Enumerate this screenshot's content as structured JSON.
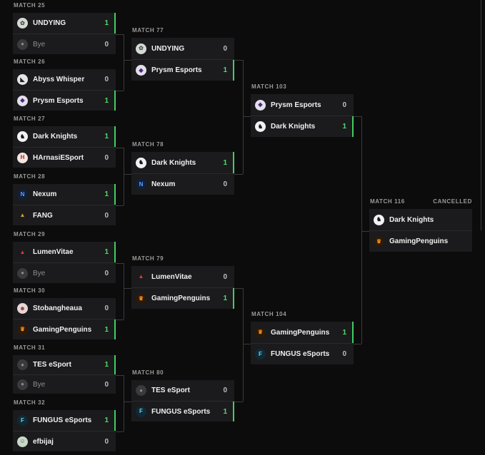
{
  "round1": [
    {
      "label": "MATCH 25",
      "teams": [
        {
          "name": "UNDYING",
          "score": "1",
          "logo": "undying-logo",
          "winner": true
        },
        {
          "name": "Bye",
          "score": "0",
          "logo": "bye-avatar",
          "winner": false,
          "bye": true
        }
      ]
    },
    {
      "label": "MATCH 26",
      "teams": [
        {
          "name": "Abyss Whisper",
          "score": "0",
          "logo": "abyss-whisper-logo",
          "winner": false
        },
        {
          "name": "Prysm Esports",
          "score": "1",
          "logo": "prysm-logo",
          "winner": true
        }
      ]
    },
    {
      "label": "MATCH 27",
      "teams": [
        {
          "name": "Dark Knights",
          "score": "1",
          "logo": "dark-knights-logo",
          "winner": true
        },
        {
          "name": "HArnasiESport",
          "score": "0",
          "logo": "harnasi-logo",
          "winner": false
        }
      ]
    },
    {
      "label": "MATCH 28",
      "teams": [
        {
          "name": "Nexum",
          "score": "1",
          "logo": "nexum-logo",
          "winner": true
        },
        {
          "name": "FANG",
          "score": "0",
          "logo": "fang-logo",
          "winner": false
        }
      ]
    },
    {
      "label": "MATCH 29",
      "teams": [
        {
          "name": "LumenVitae",
          "score": "1",
          "logo": "lumenvitae-logo",
          "winner": true
        },
        {
          "name": "Bye",
          "score": "0",
          "logo": "bye-avatar",
          "winner": false,
          "bye": true
        }
      ]
    },
    {
      "label": "MATCH 30",
      "teams": [
        {
          "name": "Stobangheaua",
          "score": "0",
          "logo": "stobangheaua-logo",
          "winner": false
        },
        {
          "name": "GamingPenguins",
          "score": "1",
          "logo": "gamingpenguins-logo",
          "winner": true
        }
      ]
    },
    {
      "label": "MATCH 31",
      "teams": [
        {
          "name": "TES eSport",
          "score": "1",
          "logo": "tes-avatar",
          "winner": true
        },
        {
          "name": "Bye",
          "score": "0",
          "logo": "bye-avatar",
          "winner": false,
          "bye": true
        }
      ]
    },
    {
      "label": "MATCH 32",
      "teams": [
        {
          "name": "FUNGUS eSports",
          "score": "1",
          "logo": "fungus-logo",
          "winner": true
        },
        {
          "name": "efbijaj",
          "score": "0",
          "logo": "efbijaj-logo",
          "winner": false
        }
      ]
    }
  ],
  "round2": [
    {
      "label": "MATCH 77",
      "teams": [
        {
          "name": "UNDYING",
          "score": "0",
          "logo": "undying-logo",
          "winner": false
        },
        {
          "name": "Prysm Esports",
          "score": "1",
          "logo": "prysm-logo",
          "winner": true
        }
      ]
    },
    {
      "label": "MATCH 78",
      "teams": [
        {
          "name": "Dark Knights",
          "score": "1",
          "logo": "dark-knights-logo",
          "winner": true
        },
        {
          "name": "Nexum",
          "score": "0",
          "logo": "nexum-logo",
          "winner": false
        }
      ]
    },
    {
      "label": "MATCH 79",
      "teams": [
        {
          "name": "LumenVitae",
          "score": "0",
          "logo": "lumenvitae-logo",
          "winner": false
        },
        {
          "name": "GamingPenguins",
          "score": "1",
          "logo": "gamingpenguins-logo",
          "winner": true
        }
      ]
    },
    {
      "label": "MATCH 80",
      "teams": [
        {
          "name": "TES eSport",
          "score": "0",
          "logo": "tes-avatar",
          "winner": false
        },
        {
          "name": "FUNGUS eSports",
          "score": "1",
          "logo": "fungus-logo",
          "winner": true
        }
      ]
    }
  ],
  "round3": [
    {
      "label": "MATCH 103",
      "teams": [
        {
          "name": "Prysm Esports",
          "score": "0",
          "logo": "prysm-logo",
          "winner": false
        },
        {
          "name": "Dark Knights",
          "score": "1",
          "logo": "dark-knights-logo",
          "winner": true
        }
      ]
    },
    {
      "label": "MATCH 104",
      "teams": [
        {
          "name": "GamingPenguins",
          "score": "1",
          "logo": "gamingpenguins-logo",
          "winner": true
        },
        {
          "name": "FUNGUS eSports",
          "score": "0",
          "logo": "fungus-logo",
          "winner": false
        }
      ]
    }
  ],
  "round4": [
    {
      "label": "MATCH 116",
      "status": "CANCELLED",
      "teams": [
        {
          "name": "Dark Knights",
          "score": "",
          "logo": "dark-knights-logo",
          "winner": false
        },
        {
          "name": "GamingPenguins",
          "score": "",
          "logo": "gamingpenguins-logo",
          "winner": false
        }
      ]
    }
  ],
  "colors": {
    "win_accent": "#3fcf5f",
    "row_bg": "#1b1b1d",
    "page_bg": "#0c0c0d",
    "label": "#9a9a9a"
  }
}
